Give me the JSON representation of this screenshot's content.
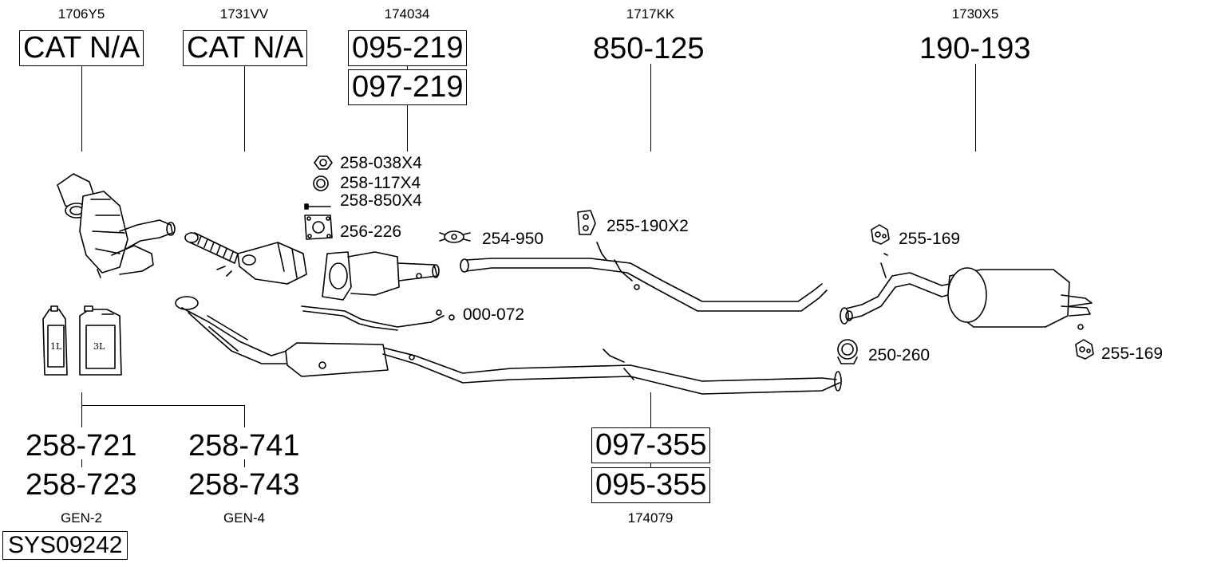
{
  "oe_refs": {
    "downpipe": "1706Y5",
    "cat": "1731VV",
    "dpf": "174034",
    "centre": "1717KK",
    "rear": "1730X5",
    "front_pipe": "174079"
  },
  "parts": {
    "downpipe": "CAT N/A",
    "cat": "CAT N/A",
    "dpf_a": "095-219",
    "dpf_b": "097-219",
    "centre": "850-125",
    "rear": "190-193",
    "front_a": "097-355",
    "front_b": "095-355",
    "additive_2a": "258-721",
    "additive_2b": "258-723",
    "additive_4a": "258-741",
    "additive_4b": "258-743"
  },
  "fittings": {
    "nut": "258-038X4",
    "washer": "258-117X4",
    "bolt": "258-850X4",
    "gasket": "256-226",
    "clamp_a": "254-950",
    "hanger_centre": "255-190X2",
    "rubber_1": "255-169",
    "rubber_2": "255-169",
    "clamp_b": "250-260",
    "sensor": "000-072"
  },
  "fluid": {
    "gen2": "GEN-2",
    "gen4": "GEN-4",
    "bottle_small": "1L",
    "bottle_large": "3L"
  },
  "system_code": "SYS09242"
}
